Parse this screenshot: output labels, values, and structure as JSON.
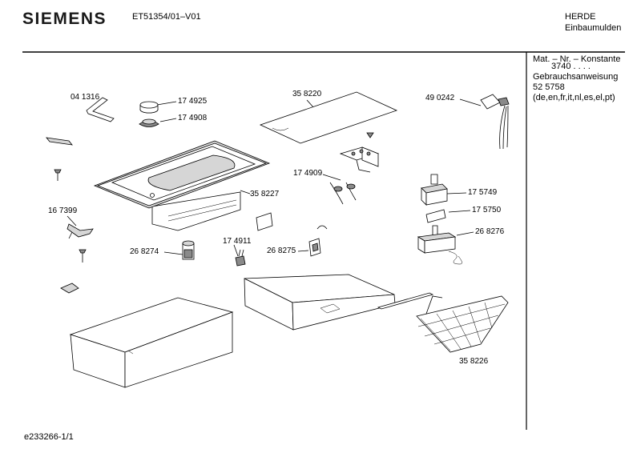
{
  "header": {
    "brand": "SIEMENS",
    "model": "ET51354/01–V01",
    "category_line1": "HERDE",
    "category_line2": "Einbaumulden"
  },
  "sidebar": {
    "mat_label": "Mat. – Nr. – Konstante",
    "mat_value": "3740 . . . .",
    "doc_title": "Gebrauchsanweisung",
    "doc_number": "52 5758",
    "doc_languages": "(de,en,fr,it,nl,es,el,pt)"
  },
  "parts": [
    "04 1316",
    "17 4925",
    "17 4908",
    "35 8220",
    "49 0242",
    "17 4909",
    "35 8227",
    "17 5749",
    "16 7399",
    "17 5750",
    "26 8276",
    "17 4911",
    "26 8274",
    "26 8275",
    "35 8226"
  ],
  "footer": {
    "drawing_id": "e233266-1/1"
  }
}
